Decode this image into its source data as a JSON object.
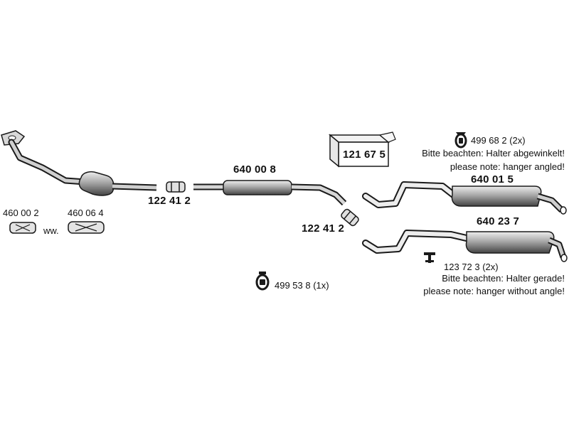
{
  "parts": {
    "gasket_a": "460 00 2",
    "gasket_b": "460 06 4",
    "gasket_or": "ww.",
    "clamp_front": "122 41 2",
    "centre_silencer": "640 00 8",
    "clamp_rear": "122 41 2",
    "mount_kit": "121 67 5",
    "rubber_mount_top": "499 68 2 (2x)",
    "rear_silencer_a": "640 01 5",
    "rear_silencer_b": "640 23 7",
    "hanger_bottom": "123 72 3 (2x)",
    "rubber_mount_centre": "499 53 8 (1x)"
  },
  "notes": {
    "top_de": "Bitte beachten: Halter abgewinkelt!",
    "top_en": "please note: hanger angled!",
    "bottom_de": "Bitte beachten: Halter gerade!",
    "bottom_en": "please note: hanger without angle!"
  },
  "colors": {
    "line": "#1a1a1a",
    "fill_light": "#e6e6e6",
    "fill_mid": "#9a9a9a",
    "fill_dark": "#3a3a3a"
  }
}
